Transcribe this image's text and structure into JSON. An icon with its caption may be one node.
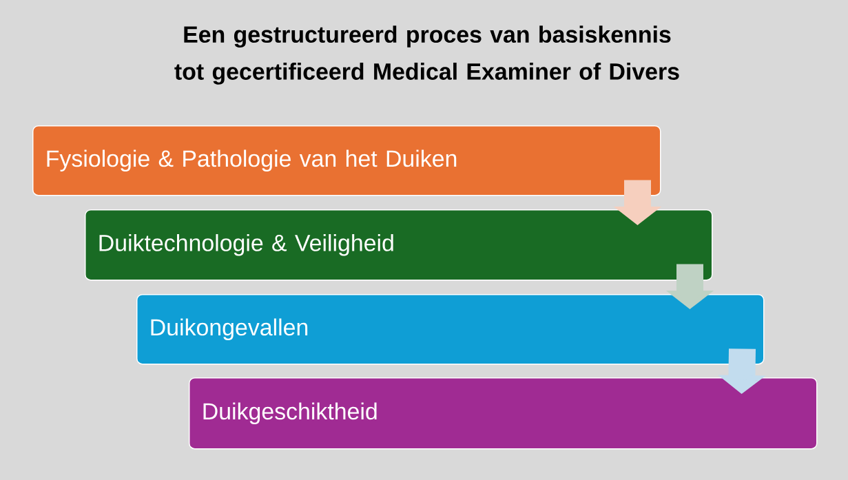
{
  "diagram": {
    "title": "Een gestructureerd proces van basiskennis tot gecertificeerd Medical Examiner of Divers",
    "nodes": [
      {
        "text": [
          "Fysiologie & Pathologie van het Duiken"
        ]
      },
      {
        "text": [
          "Duiktechnologie & Veiligheid"
        ]
      },
      {
        "text": [
          "Duikongevallen"
        ]
      },
      {
        "text": [
          "Duikgeschiktheid"
        ]
      }
    ],
    "edges": [
      {
        "from": 0,
        "to": 1,
        "arrow": "to",
        "color": "#f6cfbe"
      },
      {
        "from": 1,
        "to": 2,
        "arrow": "to",
        "color": "#bfd2c4"
      },
      {
        "from": 2,
        "to": 3,
        "arrow": "to",
        "color": "#c2dcee"
      }
    ]
  }
}
